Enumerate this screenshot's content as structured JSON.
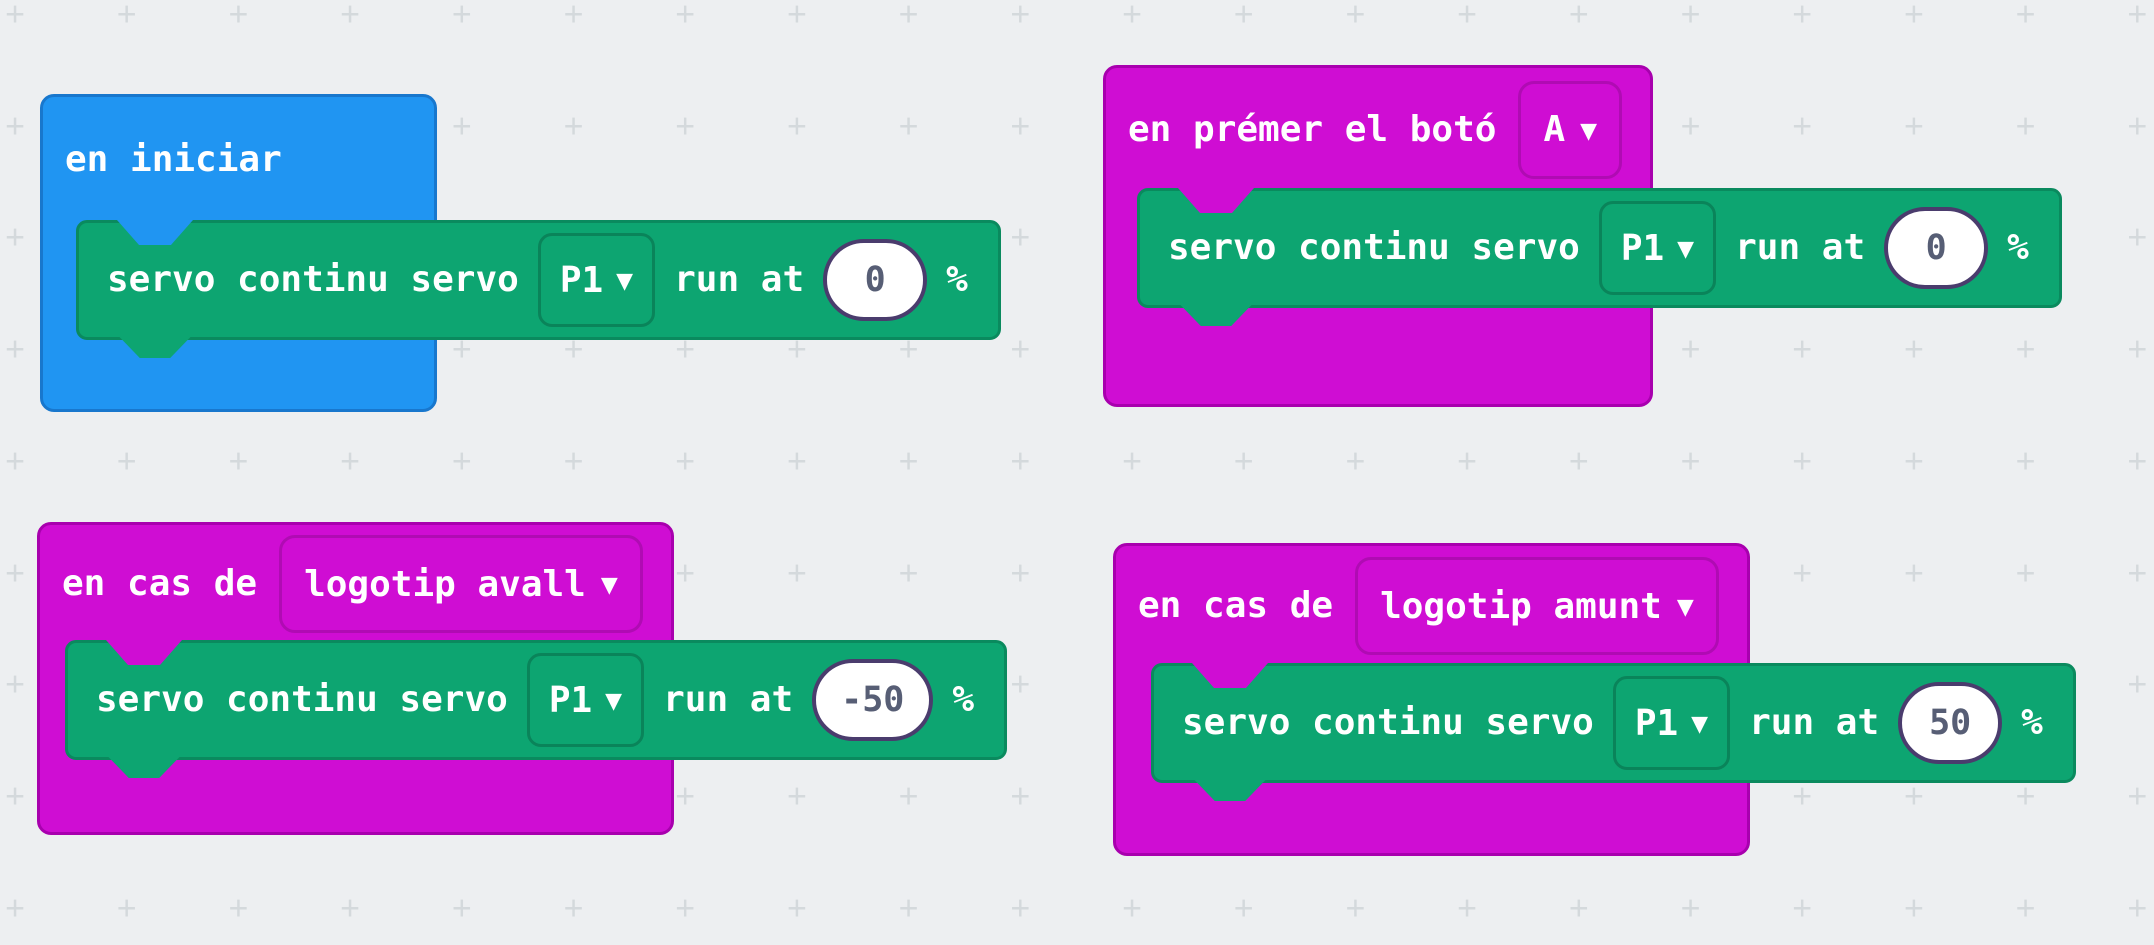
{
  "workspace": {
    "background": "#edeff1",
    "grid_mark_glyph": "+",
    "grid_mark_color": "#d4d9dc"
  },
  "palette": {
    "workspace_bg": "#edeff1",
    "grid_mark": "#d4d9dc",
    "event_blue": "#2095f2",
    "event_blue_edge": "#1877cd",
    "event_magenta": "#cf0dd3",
    "event_magenta_edge": "#a800ae",
    "servo_green": "#0da571",
    "servo_green_edge": "#0a8a5e",
    "field_bg": "#ffffff",
    "field_border": "#4a3c6d",
    "field_text": "#575e75"
  },
  "blocks": {
    "on_start": {
      "event_label": "en iniciar",
      "servo": {
        "label": "servo continu servo",
        "pin": "P1",
        "run_at": "run at",
        "value": "0",
        "unit": "%"
      }
    },
    "on_button_pressed": {
      "event_label": "en prémer el botó",
      "event_value": "A",
      "servo": {
        "label": "servo continu servo",
        "pin": "P1",
        "run_at": "run at",
        "value": "0",
        "unit": "%"
      }
    },
    "on_gesture_logo_down": {
      "event_label": "en cas de",
      "event_value": "logotip avall",
      "servo": {
        "label": "servo continu servo",
        "pin": "P1",
        "run_at": "run at",
        "value": "-50",
        "unit": "%"
      }
    },
    "on_gesture_logo_up": {
      "event_label": "en cas de",
      "event_value": "logotip amunt",
      "servo": {
        "label": "servo continu servo",
        "pin": "P1",
        "run_at": "run at",
        "value": "50",
        "unit": "%"
      }
    }
  }
}
